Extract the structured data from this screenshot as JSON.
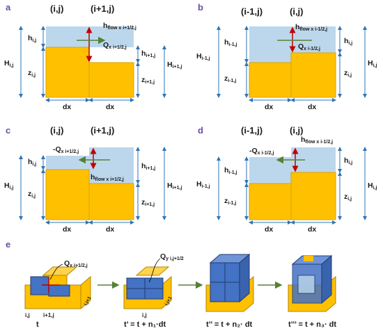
{
  "colors": {
    "water": "#bcd7ec",
    "ground": "#ffc000",
    "arrow_red": "#c00000",
    "arrow_green": "#548235",
    "dim": "#2e75b6",
    "letter": "#6b4ea0",
    "cube_blue": "#4472c4"
  },
  "panels": {
    "a": {
      "letter": "a",
      "col1": "(i,j)",
      "col2": "(i+1,j)",
      "hflow": "h",
      "hflow_sub": "flow x i+1/2,j",
      "q": "Q",
      "q_sub": "x i+1/2,j",
      "h_left": "h",
      "h_left_sub": "i,j",
      "H_left": "H",
      "H_left_sub": "i,j",
      "z_left": "z",
      "z_left_sub": "i,j",
      "h_right": "h",
      "h_right_sub": "i+1,j",
      "H_right": "H",
      "H_right_sub": "i+1,j",
      "z_right": "z",
      "z_right_sub": "i+1,j",
      "dx1": "dx",
      "dx2": "dx"
    },
    "b": {
      "letter": "b",
      "col1": "(i-1,j)",
      "col2": "(i,j)",
      "hflow": "h",
      "hflow_sub": "flow x i-1/2,j",
      "q": "Q",
      "q_sub": "x i-1/2,j",
      "h_left": "h",
      "h_left_sub": "i-1,j",
      "H_left": "H",
      "H_left_sub": "i-1,j",
      "z_left": "z",
      "z_left_sub": "i-1,j",
      "h_right": "h",
      "h_right_sub": "i,j",
      "H_right": "H",
      "H_right_sub": "i,j",
      "z_right": "z",
      "z_right_sub": "i,j",
      "dx1": "dx",
      "dx2": "dx"
    },
    "c": {
      "letter": "c",
      "col1": "(i,j)",
      "col2": "(i+1,j)",
      "hflow": "h",
      "hflow_sub": "flow x i+1/2,j",
      "q": "-Q",
      "q_sub": "x i+1/2,j",
      "h_left": "h",
      "h_left_sub": "i,j",
      "H_left": "H",
      "H_left_sub": "i,j",
      "z_left": "z",
      "z_left_sub": "i,j",
      "h_right": "h",
      "h_right_sub": "i+1,j",
      "H_right": "H",
      "H_right_sub": "i+1,j",
      "z_right": "z",
      "z_right_sub": "i+1,j",
      "dx1": "dx",
      "dx2": "dx"
    },
    "d": {
      "letter": "d",
      "col1": "(i-1,j)",
      "col2": "(i,j)",
      "hflow": "h",
      "hflow_sub": "flow x i-1/2,j",
      "q": "-Q",
      "q_sub": "x i-1/2,j",
      "h_left": "h",
      "h_left_sub": "i-1,j",
      "H_left": "H",
      "H_left_sub": "i-1,j",
      "z_left": "z",
      "z_left_sub": "i-1,j",
      "h_right": "h",
      "h_right_sub": "i,j",
      "H_right": "H",
      "H_right_sub": "i,j",
      "z_right": "z",
      "z_right_sub": "i,j",
      "dx1": "dx",
      "dx2": "dx"
    }
  },
  "panel_e": {
    "letter": "e",
    "q1": "Q",
    "q1_sub": "x i+1/2,j",
    "q2": "Q",
    "q2_sub": "y i,j+1/2",
    "cell_ij": "i,j",
    "cell_i1j": "i+1,j",
    "cell_ij1": "i,j+1",
    "cell2_ij": "i,j",
    "cell2_ij1": "i,j+1",
    "times": [
      "t",
      "t’ = t + n₁·dt",
      "t’’ = t + n₂· dt",
      "t’’’ = t + n₃· dt"
    ]
  }
}
